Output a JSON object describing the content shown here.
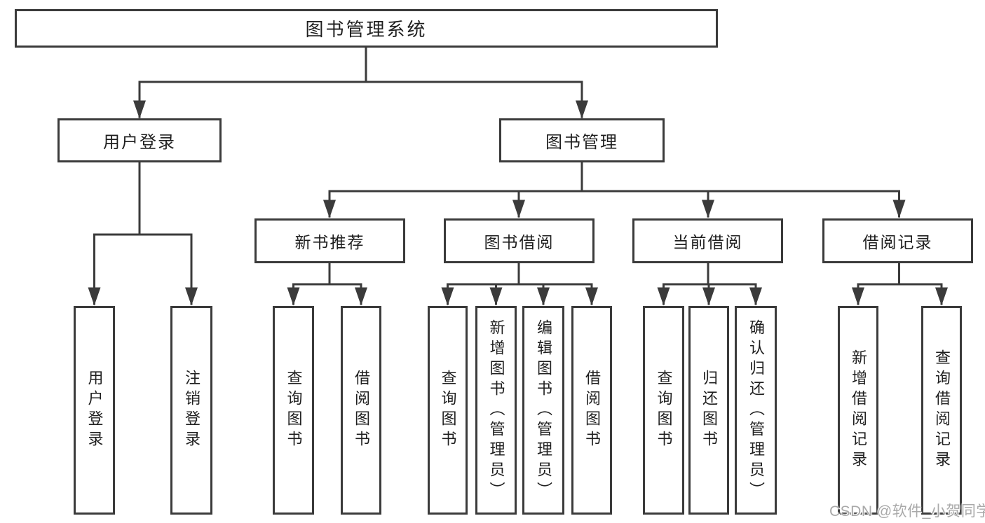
{
  "tree": {
    "root": {
      "label": "图书管理系统"
    },
    "branches": [
      {
        "label": "用户登录",
        "children": [
          {
            "label": "用户登录"
          },
          {
            "label": "注销登录"
          }
        ]
      },
      {
        "label": "图书管理",
        "children": [
          {
            "label": "新书推荐",
            "children": [
              {
                "label": "查询图书"
              },
              {
                "label": "借阅图书"
              }
            ]
          },
          {
            "label": "图书借阅",
            "children": [
              {
                "label": "查询图书"
              },
              {
                "label": "新增图书（管理员）"
              },
              {
                "label": "编辑图书（管理员）"
              },
              {
                "label": "借阅图书"
              }
            ]
          },
          {
            "label": "当前借阅",
            "children": [
              {
                "label": "查询图书"
              },
              {
                "label": "归还图书"
              },
              {
                "label": "确认归还（管理员）"
              }
            ]
          },
          {
            "label": "借阅记录",
            "children": [
              {
                "label": "新增借阅记录"
              },
              {
                "label": "查询借阅记录"
              }
            ]
          }
        ]
      }
    ]
  },
  "watermark": {
    "text": "CSDN @软件_小贺同学"
  },
  "colors": {
    "line": "#3b3b3b",
    "border": "#3b3b3b",
    "text": "#1f1f1f",
    "watermark": "#a9a9a9",
    "background": "#ffffff"
  }
}
